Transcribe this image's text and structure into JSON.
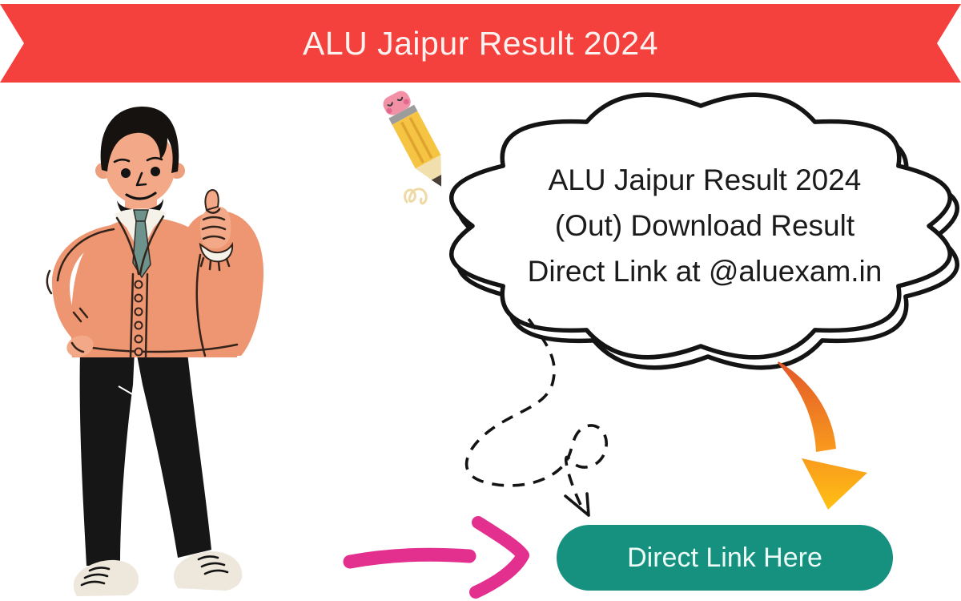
{
  "banner": {
    "title": "ALU Jaipur Result 2024"
  },
  "speech_bubble": {
    "lines": {
      "line1": "ALU Jaipur Result 2024",
      "line2": "(Out) Download Result",
      "line3": "Direct Link at @aluexam.in"
    }
  },
  "cta": {
    "label": "Direct Link Here"
  },
  "icons": {
    "person": "person-thumbs-up-illustration",
    "pencil": "pencil-with-smiley-face-icon",
    "bubble": "cloud-speech-bubble",
    "dashed_arrow": "dashed-squiggle-arrow-down",
    "orange_arrow": "orange-curved-arrow-down",
    "pink_arrow": "pink-right-arrow"
  },
  "colors": {
    "banner-red": "#F5413D",
    "banner-text": "#FBF2F0",
    "bubble-outline": "#141414",
    "bubble-text": "#1B1B1B",
    "button-teal": "#17917F",
    "button-text": "#ECFBF6",
    "pink-arrow": "#E3308F",
    "orange-arrow-start": "#E2572A",
    "orange-arrow-mid": "#F99B1D",
    "orange-arrow-end": "#FFC013",
    "skin": "#F3A987",
    "skin-dark": "#ECA07E",
    "cardigan": "#EE9672",
    "tie": "#6E938C",
    "hair": "#15120F",
    "pants": "#161616",
    "shoe": "#EDE7DC",
    "pencil-yellow": "#F6C443",
    "pencil-eraser": "#F290A6"
  }
}
